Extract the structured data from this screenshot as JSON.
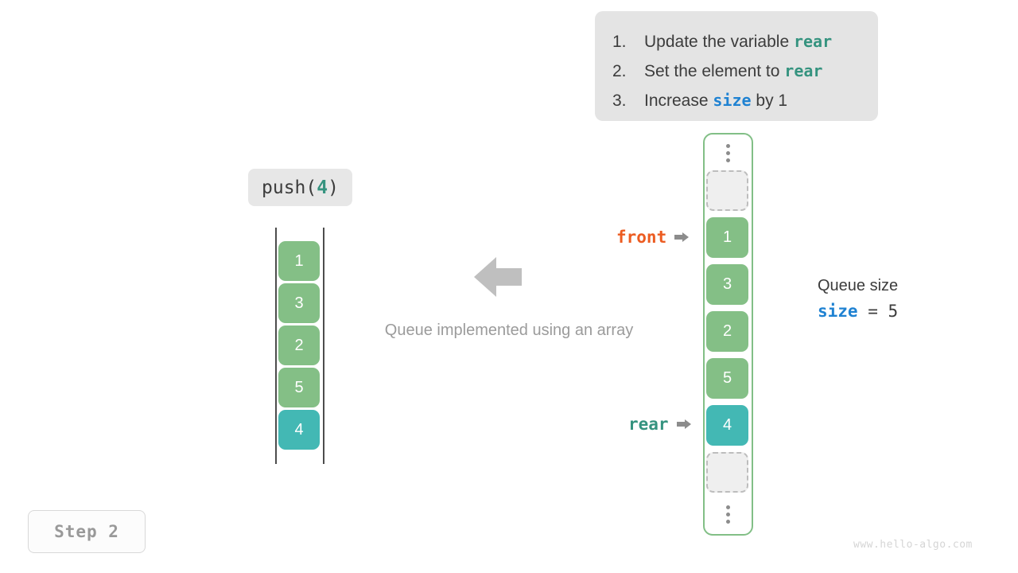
{
  "instructions": {
    "items": [
      {
        "num": "1.",
        "pre": "Update the variable ",
        "code": "rear",
        "code_style": "teal",
        "post": ""
      },
      {
        "num": "2.",
        "pre": "Set the element to ",
        "code": "rear",
        "code_style": "teal",
        "post": ""
      },
      {
        "num": "3.",
        "pre": "Increase ",
        "code": "size",
        "code_style": "blue",
        "post": " by 1"
      }
    ]
  },
  "operation": {
    "name": "push(",
    "arg": "4",
    "close": ")"
  },
  "left_array": {
    "values": [
      "1",
      "3",
      "2",
      "5",
      "4"
    ],
    "highlight_index": 4
  },
  "center": {
    "arrow_icon": "arrow-left-icon",
    "caption": "Queue implemented using an array"
  },
  "pointers": {
    "front": {
      "label": "front",
      "color": "#ec5c21",
      "arrow_icon": "pointer-arrow-icon"
    },
    "rear": {
      "label": "rear",
      "color": "#35937f",
      "arrow_icon": "pointer-arrow-icon"
    }
  },
  "queue": {
    "top_dots": "vertical-ellipsis",
    "bottom_dots": "vertical-ellipsis",
    "cells": [
      {
        "value": "",
        "type": "empty"
      },
      {
        "value": "1",
        "type": "green"
      },
      {
        "value": "3",
        "type": "green"
      },
      {
        "value": "2",
        "type": "green"
      },
      {
        "value": "5",
        "type": "green"
      },
      {
        "value": "4",
        "type": "teal"
      },
      {
        "value": "",
        "type": "empty"
      }
    ],
    "border_color": "#82bf86"
  },
  "queue_size": {
    "title": "Queue size",
    "var": "size",
    "equals": " = ",
    "value": "5"
  },
  "step": {
    "label": "Step 2"
  },
  "watermark": {
    "text": "www.hello-algo.com"
  },
  "colors": {
    "green": "#84bf86",
    "teal": "#43b8b4",
    "orange": "#ec5c21",
    "blue": "#1f82d2",
    "panel_bg": "#e4e4e4"
  }
}
